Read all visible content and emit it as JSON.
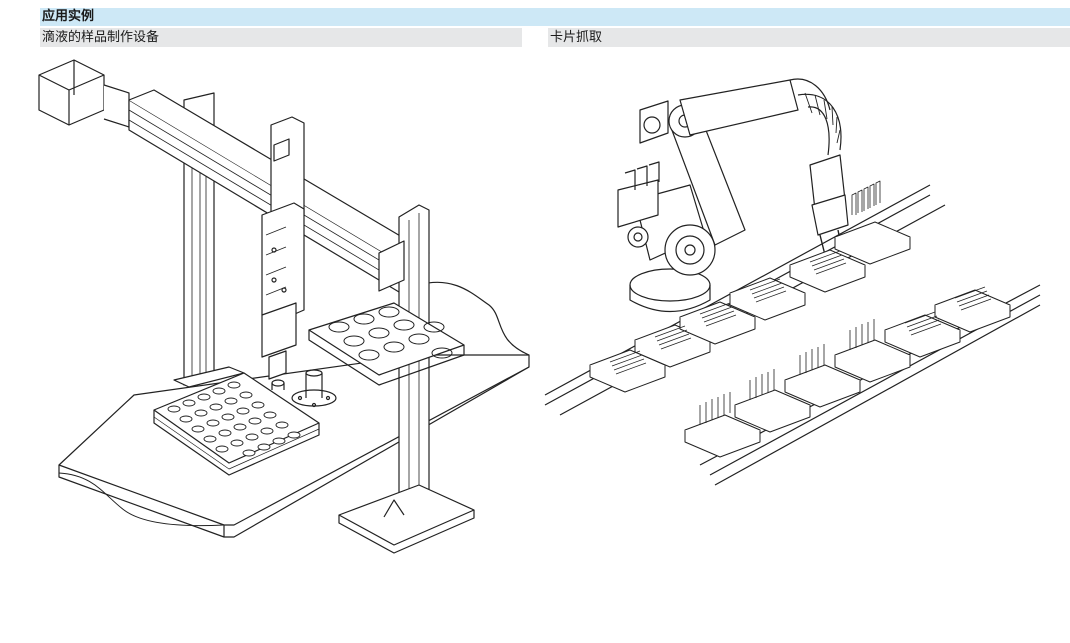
{
  "section": {
    "title": "应用实例"
  },
  "examples": [
    {
      "caption": "滴液的样品制作设备",
      "illustration": "gantry-dispensing-machine"
    },
    {
      "caption": "卡片抓取",
      "illustration": "robot-arm-card-picking"
    }
  ]
}
